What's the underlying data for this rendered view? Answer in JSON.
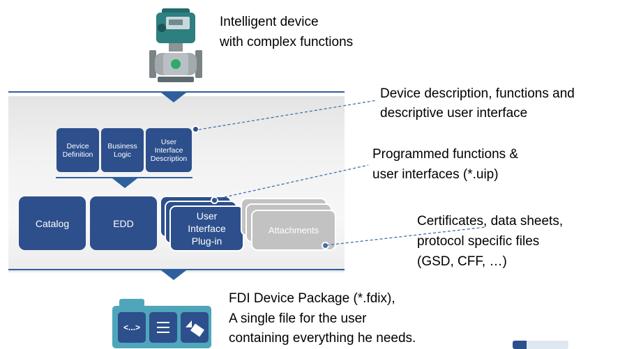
{
  "device": {
    "caption_line1": "Intelligent device",
    "caption_line2": "with complex functions"
  },
  "components": {
    "device_definition": [
      "Device",
      "Definition"
    ],
    "business_logic": [
      "Business",
      "Logic"
    ],
    "ui_description": [
      "User",
      "Interface",
      "Description"
    ]
  },
  "package_contents": {
    "catalog": "Catalog",
    "edd": "EDD",
    "ui_plugin": [
      "User",
      "Interface",
      "Plug-in"
    ],
    "attachments": "Attachments"
  },
  "callouts": {
    "device_description": [
      "Device description, functions and",
      "descriptive user interface"
    ],
    "programmed_functions": [
      "Programmed  functions &",
      "user interfaces (*.uip)"
    ],
    "certificates": [
      "Certificates, data sheets,",
      "protocol specific files",
      "(GSD, CFF, …)"
    ]
  },
  "package": {
    "caption": [
      "FDI Device Package (*.fdix),",
      "A single file for the user",
      "containing everything he needs."
    ],
    "icons": [
      "code-icon",
      "list-icon",
      "shapes-icon"
    ],
    "code_glyph": "<...>"
  },
  "colors": {
    "accent_blue": "#2d4f8c",
    "line_blue": "#2f5f9e",
    "attachments_gray": "#c2c2c2"
  }
}
